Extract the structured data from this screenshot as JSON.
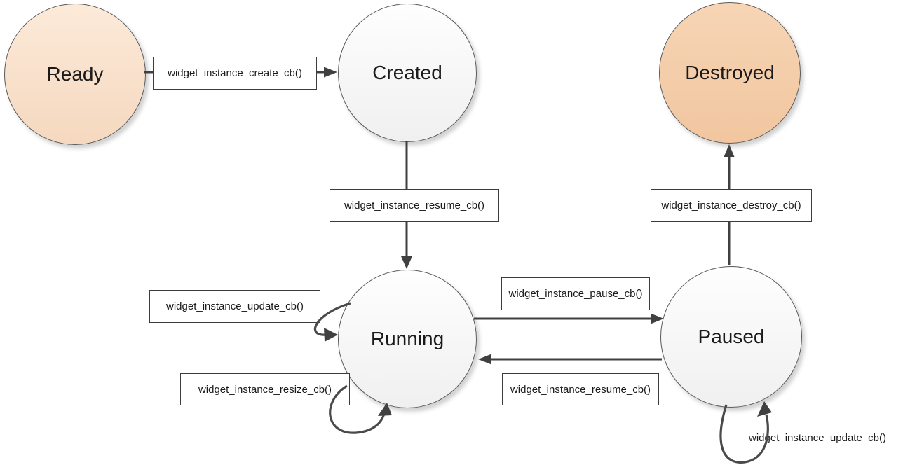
{
  "states": [
    {
      "id": "ready",
      "label": "Ready"
    },
    {
      "id": "created",
      "label": "Created"
    },
    {
      "id": "destroyed",
      "label": "Destroyed"
    },
    {
      "id": "running",
      "label": "Running"
    },
    {
      "id": "paused",
      "label": "Paused"
    }
  ],
  "transitions": [
    {
      "id": "create",
      "label": "widget_instance_create_cb()",
      "from": "Ready",
      "to": "Created"
    },
    {
      "id": "resume-created",
      "label": "widget_instance_resume_cb()",
      "from": "Created",
      "to": "Running"
    },
    {
      "id": "destroy",
      "label": "widget_instance_destroy_cb()",
      "from": "Paused",
      "to": "Destroyed"
    },
    {
      "id": "update-running",
      "label": "widget_instance_update_cb()",
      "from": "Running",
      "to": "Running"
    },
    {
      "id": "resize-running",
      "label": "widget_instance_resize_cb()",
      "from": "Running",
      "to": "Running"
    },
    {
      "id": "pause",
      "label": "widget_instance_pause_cb()",
      "from": "Running",
      "to": "Paused"
    },
    {
      "id": "resume-paused",
      "label": "widget_instance_resume_cb()",
      "from": "Paused",
      "to": "Running"
    },
    {
      "id": "update-paused",
      "label": "widget_instance_update_cb()",
      "from": "Paused",
      "to": "Paused"
    }
  ],
  "colors": {
    "state_peach_light_top": "#fcead9",
    "state_peach_light_bottom": "#f5d8bf",
    "state_peach_dark_top": "#f7d5b5",
    "state_peach_dark_bottom": "#f1c69f",
    "state_neutral_top": "#fefefe",
    "state_neutral_bottom": "#f0f0f0",
    "stroke": "#404040",
    "circle_border": "#5a5a5a",
    "label_border": "#3c3c3c"
  }
}
